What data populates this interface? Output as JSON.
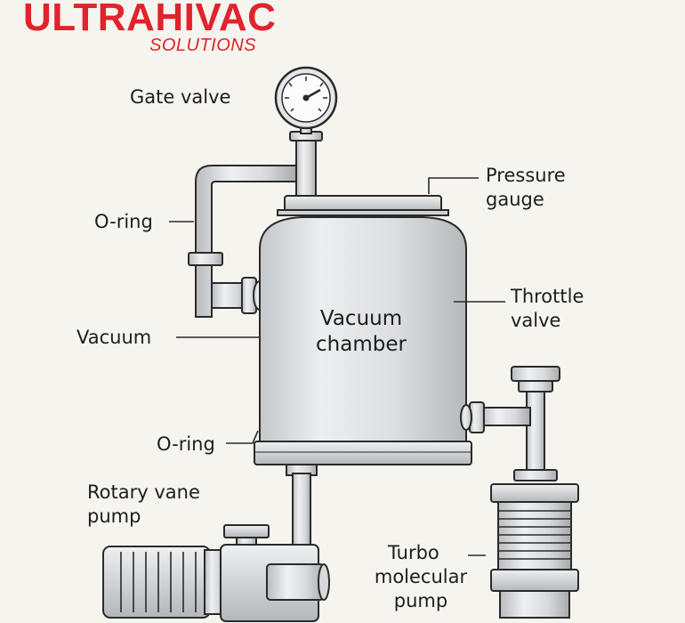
{
  "logo": {
    "brand": "ULTRAHIVAC",
    "sub": "SOLUTIONS",
    "color": "#e0232c"
  },
  "labels": {
    "gate_valve": "Gate valve",
    "oring_top": "O-ring",
    "vacuum": "Vacuum",
    "oring_bottom": "O-ring",
    "rotary_pump": [
      "Rotary vane",
      "pump"
    ],
    "pressure_gauge": [
      "Pressure",
      "gauge"
    ],
    "throttle_valve": [
      "Throttle",
      "valve"
    ],
    "turbo_pump": [
      "Turbo",
      "molecular",
      "pump"
    ],
    "chamber": [
      "Vacuum",
      "chamber"
    ]
  },
  "icons": [
    "pressure-gauge-icon",
    "vacuum-chamber",
    "rotary-vane-pump",
    "turbo-molecular-pump"
  ]
}
